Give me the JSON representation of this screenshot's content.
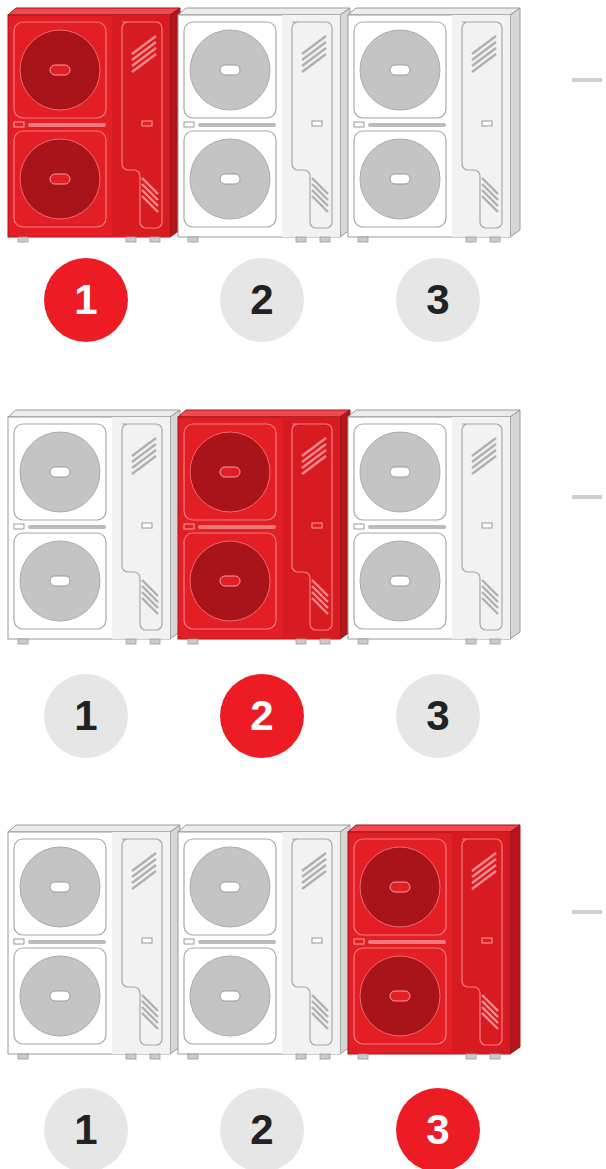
{
  "diagram": {
    "nodes": [
      {
        "text": [
          "1"
        ]
      },
      {
        "text": [
          "2"
        ]
      },
      {
        "text": [
          "3"
        ]
      },
      {
        "text": [
          "1"
        ]
      },
      {
        "text": [
          "2"
        ]
      },
      {
        "text": [
          "3"
        ]
      },
      {
        "text": [
          "1"
        ]
      },
      {
        "text": [
          "2"
        ]
      },
      {
        "text": [
          "3"
        ]
      }
    ]
  }
}
